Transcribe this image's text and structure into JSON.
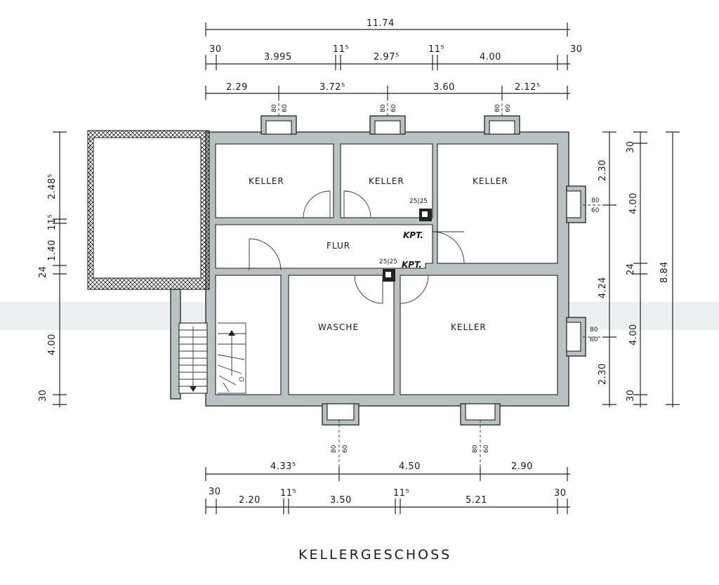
{
  "title": "KELLERGESCHOSS",
  "rooms": {
    "keller_1": "KELLER",
    "keller_2": "KELLER",
    "keller_3": "KELLER",
    "keller_4": "KELLER",
    "flur": "FLUR",
    "wasche": "WASCHE"
  },
  "chimney": {
    "size_1": "25|25",
    "size_2": "25|25",
    "kpt_1": "KPT.",
    "kpt_2": "KPT."
  },
  "top_dimensions": {
    "overall": "11.74",
    "row2": [
      "30",
      "3.995",
      "11⁵",
      "2.97⁵",
      "11⁵",
      "4.00",
      "30"
    ],
    "row3": [
      "2.29",
      "3.72⁵",
      "3.60",
      "2.12⁵"
    ],
    "window_labels": [
      [
        "80",
        "60"
      ],
      [
        "80",
        "60"
      ],
      [
        "80",
        "60"
      ]
    ]
  },
  "bottom_dimensions": {
    "row1": [
      "4.33⁵",
      "4.50",
      "2.90"
    ],
    "row2": [
      "30",
      "2.20",
      "11⁵",
      "3.50",
      "11⁵",
      "5.21",
      "30"
    ],
    "window_labels": [
      [
        "80",
        "60"
      ],
      [
        "80",
        "60"
      ]
    ]
  },
  "left_dimensions": [
    "2.48⁵",
    "11⁵",
    "1.40",
    "24",
    "4.00",
    "30"
  ],
  "right_dimensions": {
    "inner": [
      "2.30",
      "4.24",
      "2.30"
    ],
    "middle": [
      "30",
      "4.00",
      "24",
      "4.00",
      "30"
    ],
    "overall": "8.84",
    "window_labels": [
      [
        "80",
        "60"
      ],
      [
        "80",
        "60"
      ]
    ]
  }
}
